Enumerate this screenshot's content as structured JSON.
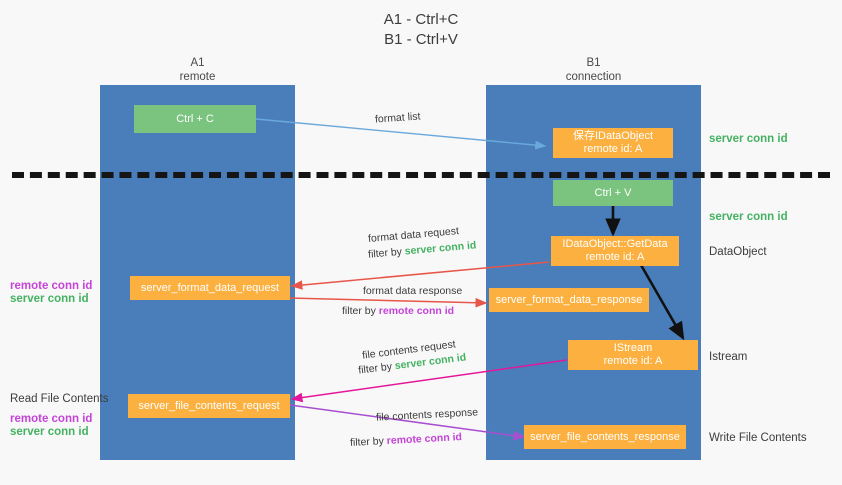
{
  "title": "A1 - Ctrl+C\nB1 - Ctrl+V",
  "lanes": [
    {
      "id": "a1",
      "name": "A1",
      "sub": "remote",
      "header": "A1\nremote"
    },
    {
      "id": "b1",
      "name": "B1",
      "sub": "connection",
      "header": "B1\nconnection"
    }
  ],
  "boxes": {
    "ctrl_c": "Ctrl + C",
    "save_idataobject": "保存IDataObject\nremote id: A",
    "ctrl_v": "Ctrl + V",
    "getdata": "IDataObject::GetData\nremote id: A",
    "server_format_data_request": "server_format_data_request",
    "server_format_data_response": "server_format_data_response",
    "istream": "IStream\nremote id: A",
    "server_file_contents_request": "server_file_contents_request",
    "server_file_contents_response": "server_file_contents_response"
  },
  "right_labels": {
    "server_conn_id_1": "server conn id",
    "server_conn_id_2": "server conn id",
    "dataobject": "DataObject",
    "istream": "Istream",
    "write_file_contents": "Write File Contents"
  },
  "left_labels": {
    "conn_ids_1_remote": "remote conn id",
    "conn_ids_1_server": "server conn id",
    "read_file_contents": "Read File Contents",
    "conn_ids_2_remote": "remote conn id",
    "conn_ids_2_server": "server conn id"
  },
  "edges": {
    "format_list": "format list",
    "format_data_request": "format data request",
    "format_data_request_filter_prefix": "filter by ",
    "format_data_request_filter_value": "server conn id",
    "format_data_response": "format data response",
    "format_data_response_filter_prefix": "filter by ",
    "format_data_response_filter_value": "remote conn id",
    "file_contents_request": "file contents request",
    "file_contents_request_filter_prefix": "filter by ",
    "file_contents_request_filter_value": "server conn id",
    "file_contents_response": "file contents response",
    "file_contents_response_filter_prefix": "filter by ",
    "file_contents_response_filter_value": "remote conn id"
  },
  "colors": {
    "lane": "#4a7ebb",
    "green_box": "#7ac47f",
    "orange_box": "#fbb040",
    "server_conn_id": "#44b262",
    "remote_conn_id": "#c543d8",
    "arrow_light_blue": "#6aa9dc",
    "arrow_red": "#e8564a",
    "arrow_black": "#111111",
    "arrow_magenta": "#e3179a",
    "arrow_purple": "#a84fd0",
    "background": "#f8f8f8"
  }
}
